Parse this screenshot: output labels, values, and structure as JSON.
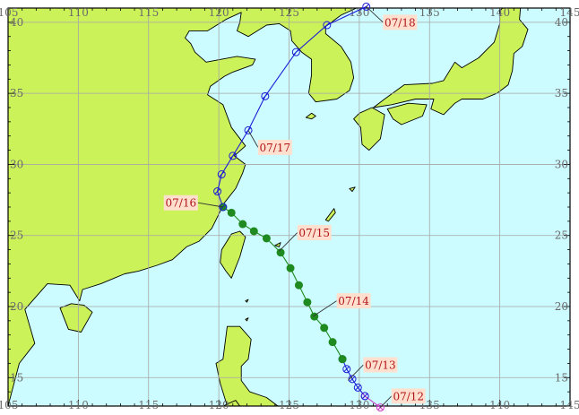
{
  "map": {
    "lon_range": [
      105,
      145
    ],
    "lat_range": [
      13,
      41
    ],
    "lon_ticks": [
      105,
      110,
      115,
      120,
      125,
      130,
      135,
      140,
      145
    ],
    "lat_ticks": [
      15,
      20,
      25,
      30,
      35,
      40
    ],
    "lon_tick_labels": [
      "105",
      "110",
      "115",
      "120",
      "125",
      "130",
      "135",
      "140",
      "145"
    ],
    "lat_tick_labels": [
      "15",
      "20",
      "25",
      "30",
      "35",
      "40"
    ],
    "colors": {
      "sea": "#ccfcff",
      "land": "#ccf25a",
      "coast": "#000000",
      "grid": "#a6a6a6",
      "frame": "#000000",
      "track_typhoon": "#1c1cd6",
      "track_storm": "#1f8a1f",
      "track_depression": "#c83cc8",
      "label_text": "#b0151a",
      "label_bg": "#ffe0cf",
      "leader": "#333333"
    }
  },
  "track": {
    "segments": [
      {
        "stage": "depression",
        "points": [
          [
            131.5,
            12.9
          ],
          [
            130.4,
            13.7
          ]
        ]
      },
      {
        "stage": "typhoon",
        "points": [
          [
            130.4,
            13.7
          ],
          [
            129.9,
            14.3
          ],
          [
            129.5,
            14.9
          ],
          [
            129.1,
            15.6
          ],
          [
            128.8,
            16.3
          ]
        ]
      },
      {
        "stage": "storm",
        "points": [
          [
            128.8,
            16.3
          ],
          [
            128.1,
            17.5
          ],
          [
            127.5,
            18.5
          ],
          [
            126.8,
            19.3
          ],
          [
            126.3,
            20.3
          ],
          [
            125.7,
            21.5
          ],
          [
            125.1,
            22.7
          ],
          [
            124.4,
            23.8
          ],
          [
            123.4,
            24.8
          ],
          [
            122.5,
            25.3
          ],
          [
            121.7,
            25.8
          ],
          [
            120.9,
            26.6
          ],
          [
            120.3,
            27.0
          ]
        ]
      },
      {
        "stage": "typhoon",
        "points": [
          [
            120.3,
            27.0
          ],
          [
            119.9,
            28.1
          ],
          [
            120.2,
            29.3
          ],
          [
            121.0,
            30.6
          ],
          [
            122.1,
            32.4
          ],
          [
            123.3,
            34.8
          ],
          [
            125.5,
            37.9
          ],
          [
            127.7,
            39.8
          ],
          [
            130.5,
            41.1
          ]
        ]
      }
    ],
    "date_labels": [
      {
        "text": "07/12",
        "lon": 133.5,
        "lat": 13.7,
        "anchor_lon": 131.5,
        "anchor_lat": 12.9
      },
      {
        "text": "07/13",
        "lon": 131.5,
        "lat": 15.9,
        "anchor_lon": 129.2,
        "anchor_lat": 14.8
      },
      {
        "text": "07/14",
        "lon": 129.6,
        "lat": 20.4,
        "anchor_lon": 126.7,
        "anchor_lat": 19.3
      },
      {
        "text": "07/15",
        "lon": 126.8,
        "lat": 25.2,
        "anchor_lon": 124.3,
        "anchor_lat": 23.9
      },
      {
        "text": "07/16",
        "lon": 117.3,
        "lat": 27.3,
        "anchor_lon": 120.3,
        "anchor_lat": 27.0
      },
      {
        "text": "07/17",
        "lon": 124.0,
        "lat": 31.2,
        "anchor_lon": 122.1,
        "anchor_lat": 32.4
      },
      {
        "text": "07/18",
        "lon": 132.9,
        "lat": 40.0,
        "anchor_lon": 130.5,
        "anchor_lat": 41.1
      }
    ]
  },
  "land": {
    "mainland": [
      [
        105,
        13
      ],
      [
        105.8,
        16
      ],
      [
        106.9,
        17.4
      ],
      [
        106.2,
        19.8
      ],
      [
        107.8,
        21.6
      ],
      [
        109.4,
        21.5
      ],
      [
        110.1,
        20.4
      ],
      [
        110.3,
        21.2
      ],
      [
        111.6,
        21.6
      ],
      [
        113.3,
        22.3
      ],
      [
        114.3,
        22.5
      ],
      [
        115.6,
        22.9
      ],
      [
        116.7,
        23.3
      ],
      [
        117.7,
        24.2
      ],
      [
        118.6,
        24.6
      ],
      [
        119.5,
        25.5
      ],
      [
        119.9,
        26.3
      ],
      [
        120.4,
        27.3
      ],
      [
        121.2,
        28.3
      ],
      [
        121.7,
        29.4
      ],
      [
        121.9,
        30.0
      ],
      [
        121.1,
        30.6
      ],
      [
        121.9,
        31.3
      ],
      [
        120.9,
        32.6
      ],
      [
        120.3,
        34.2
      ],
      [
        119.2,
        34.9
      ],
      [
        119.4,
        35.5
      ],
      [
        120.4,
        36.2
      ],
      [
        121.0,
        36.5
      ],
      [
        122.4,
        37.0
      ],
      [
        122.6,
        37.4
      ],
      [
        121.3,
        37.6
      ],
      [
        120.2,
        37.4
      ],
      [
        119.1,
        37.2
      ],
      [
        118.3,
        37.9
      ],
      [
        118.0,
        38.5
      ],
      [
        117.6,
        38.9
      ],
      [
        117.9,
        39.4
      ],
      [
        119.2,
        39.4
      ],
      [
        120.5,
        40.2
      ],
      [
        121.6,
        40.7
      ],
      [
        121.5,
        40.0
      ],
      [
        121.3,
        39.4
      ],
      [
        122.1,
        39.0
      ],
      [
        123.4,
        39.8
      ],
      [
        124.3,
        39.9
      ],
      [
        125.1,
        39.4
      ],
      [
        125.2,
        38.7
      ],
      [
        125.9,
        37.9
      ],
      [
        126.6,
        37.4
      ],
      [
        126.6,
        36.3
      ],
      [
        126.4,
        35.0
      ],
      [
        126.9,
        34.4
      ],
      [
        128.4,
        34.6
      ],
      [
        129.3,
        35.2
      ],
      [
        129.6,
        36.1
      ],
      [
        129.4,
        37.2
      ],
      [
        128.7,
        38.3
      ],
      [
        127.6,
        39.2
      ],
      [
        127.6,
        39.7
      ],
      [
        128.7,
        40.5
      ],
      [
        129.8,
        41.0
      ],
      [
        129.9,
        41.3
      ],
      [
        105,
        41.3
      ]
    ],
    "hainan": [
      [
        108.7,
        19.9
      ],
      [
        109.3,
        18.4
      ],
      [
        110.2,
        18.2
      ],
      [
        111.0,
        19.6
      ],
      [
        110.4,
        20.1
      ],
      [
        109.5,
        20.2
      ]
    ],
    "taiwan": [
      [
        121.5,
        25.3
      ],
      [
        121.9,
        24.9
      ],
      [
        121.5,
        23.5
      ],
      [
        120.9,
        22.0
      ],
      [
        120.5,
        22.5
      ],
      [
        120.1,
        23.1
      ],
      [
        120.2,
        24.0
      ],
      [
        120.9,
        25.1
      ]
    ],
    "luzon": [
      [
        120.6,
        18.6
      ],
      [
        121.5,
        18.6
      ],
      [
        122.3,
        17.7
      ],
      [
        122.1,
        16.3
      ],
      [
        121.6,
        15.8
      ],
      [
        121.6,
        14.8
      ],
      [
        122.2,
        14.0
      ],
      [
        123.4,
        13.6
      ],
      [
        124.2,
        13.0
      ],
      [
        120.6,
        13.0
      ],
      [
        120.1,
        14.6
      ],
      [
        119.8,
        16.0
      ],
      [
        120.3,
        16.3
      ]
    ],
    "mindoro": [
      [
        120.3,
        13.0
      ],
      [
        121.2,
        13.4
      ],
      [
        121.5,
        13.0
      ]
    ],
    "samar": [
      [
        124.2,
        13.0
      ],
      [
        124.6,
        12.8
      ],
      [
        125.6,
        13.0
      ]
    ],
    "ryukyu": [
      [
        [
          127.6,
          26.1
        ],
        [
          128.2,
          26.9
        ],
        [
          128.3,
          26.6
        ],
        [
          127.8,
          26.0
        ]
      ],
      [
        [
          124.0,
          24.3
        ],
        [
          124.4,
          24.5
        ],
        [
          124.3,
          24.2
        ]
      ],
      [
        [
          129.3,
          28.3
        ],
        [
          129.7,
          28.4
        ],
        [
          129.5,
          28.1
        ]
      ]
    ],
    "batanes": [
      [
        [
          121.9,
          20.4
        ],
        [
          122.1,
          20.5
        ],
        [
          122.0,
          20.3
        ]
      ],
      [
        [
          121.9,
          19.1
        ],
        [
          122.1,
          19.2
        ],
        [
          122.0,
          19.0
        ]
      ]
    ],
    "jeju": [
      [
        126.2,
        33.3
      ],
      [
        126.6,
        33.6
      ],
      [
        126.9,
        33.4
      ],
      [
        126.6,
        33.2
      ]
    ],
    "japan": {
      "kyushu": [
        [
          130.0,
          33.6
        ],
        [
          130.9,
          34.0
        ],
        [
          131.8,
          33.5
        ],
        [
          131.5,
          31.8
        ],
        [
          130.7,
          31.0
        ],
        [
          130.2,
          31.4
        ],
        [
          130.1,
          32.6
        ],
        [
          129.6,
          33.2
        ]
      ],
      "shikoku": [
        [
          132.0,
          33.9
        ],
        [
          133.5,
          34.3
        ],
        [
          134.8,
          34.2
        ],
        [
          134.5,
          33.4
        ],
        [
          133.0,
          32.8
        ],
        [
          132.4,
          33.2
        ]
      ],
      "honshu": [
        [
          131.0,
          34.0
        ],
        [
          131.8,
          34.6
        ],
        [
          133.2,
          35.6
        ],
        [
          135.2,
          35.7
        ],
        [
          136.0,
          35.9
        ],
        [
          136.8,
          37.2
        ],
        [
          137.3,
          36.8
        ],
        [
          138.5,
          37.5
        ],
        [
          139.6,
          38.6
        ],
        [
          140.0,
          39.9
        ],
        [
          140.0,
          40.8
        ],
        [
          140.5,
          41.3
        ],
        [
          141.5,
          41.3
        ],
        [
          141.4,
          40.2
        ],
        [
          142.0,
          39.5
        ],
        [
          141.6,
          38.3
        ],
        [
          141.0,
          37.8
        ],
        [
          140.9,
          36.6
        ],
        [
          140.6,
          35.6
        ],
        [
          139.8,
          35.0
        ],
        [
          138.8,
          34.6
        ],
        [
          137.3,
          34.6
        ],
        [
          136.8,
          34.3
        ],
        [
          136.0,
          33.5
        ],
        [
          135.1,
          33.9
        ],
        [
          135.3,
          34.6
        ],
        [
          134.0,
          34.6
        ],
        [
          132.3,
          34.2
        ]
      ],
      "hokkaido": [
        [
          140.0,
          41.5
        ],
        [
          140.6,
          41.2
        ],
        [
          141.5,
          41.5
        ]
      ]
    }
  }
}
